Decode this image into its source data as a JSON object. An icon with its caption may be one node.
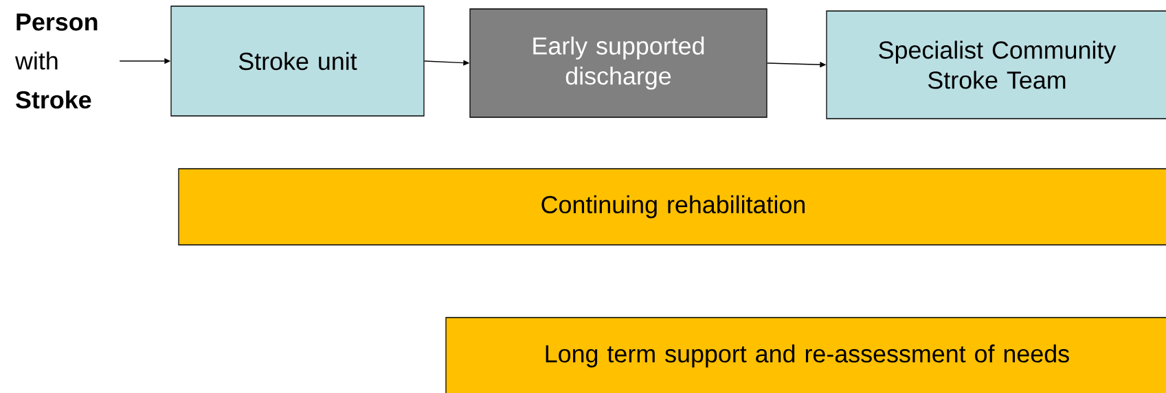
{
  "diagram": {
    "nodes": [
      {
        "text": [
          "**Person** with **Stroke**"
        ]
      },
      {
        "text": [
          "Stroke unit"
        ]
      },
      {
        "text": [
          "Early supported discharge"
        ]
      },
      {
        "text": [
          "Specialist Community Stroke Team"
        ]
      },
      {
        "text": [
          "Continuing rehabilitation"
        ]
      },
      {
        "text": [
          "Long term support and re-assessment of needs"
        ]
      }
    ],
    "edges": [
      {
        "from": 0,
        "to": 1,
        "arrow": "to"
      },
      {
        "from": 1,
        "to": 2,
        "arrow": "to"
      },
      {
        "from": 2,
        "to": 3,
        "arrow": "to"
      }
    ]
  }
}
